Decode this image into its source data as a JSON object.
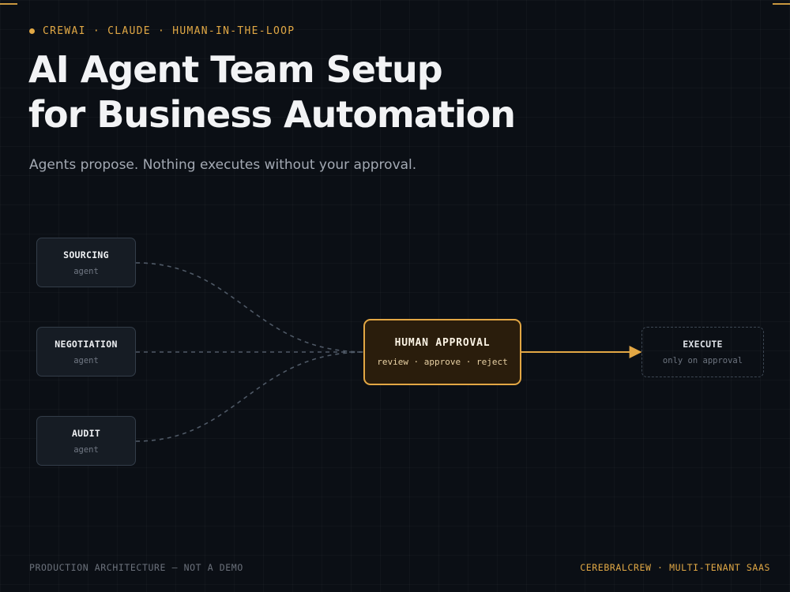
{
  "accent_color": "#e1a845",
  "eyebrow": {
    "icon": "status-dot-icon",
    "text": "CREWAI · CLAUDE · HUMAN-IN-THE-LOOP"
  },
  "title": {
    "line1": "AI Agent Team Setup",
    "line2": "for Business Automation"
  },
  "subtitle": "Agents propose. Nothing executes without your approval.",
  "diagram": {
    "agents": [
      {
        "label": "SOURCING",
        "sub": "agent"
      },
      {
        "label": "NEGOTIATION",
        "sub": "agent"
      },
      {
        "label": "AUDIT",
        "sub": "agent"
      }
    ],
    "approval": {
      "label": "HUMAN APPROVAL",
      "sub": "review · approve · reject"
    },
    "execute": {
      "label": "EXECUTE",
      "sub": "only on approval"
    },
    "edges": [
      {
        "from": "SOURCING",
        "to": "HUMAN APPROVAL",
        "style": "dashed"
      },
      {
        "from": "NEGOTIATION",
        "to": "HUMAN APPROVAL",
        "style": "dashed"
      },
      {
        "from": "AUDIT",
        "to": "HUMAN APPROVAL",
        "style": "dashed"
      },
      {
        "from": "HUMAN APPROVAL",
        "to": "EXECUTE",
        "style": "solid-arrow"
      }
    ]
  },
  "footer": {
    "left": "PRODUCTION ARCHITECTURE — NOT A DEMO",
    "right": "CEREBRALCREW · MULTI-TENANT SAAS"
  }
}
